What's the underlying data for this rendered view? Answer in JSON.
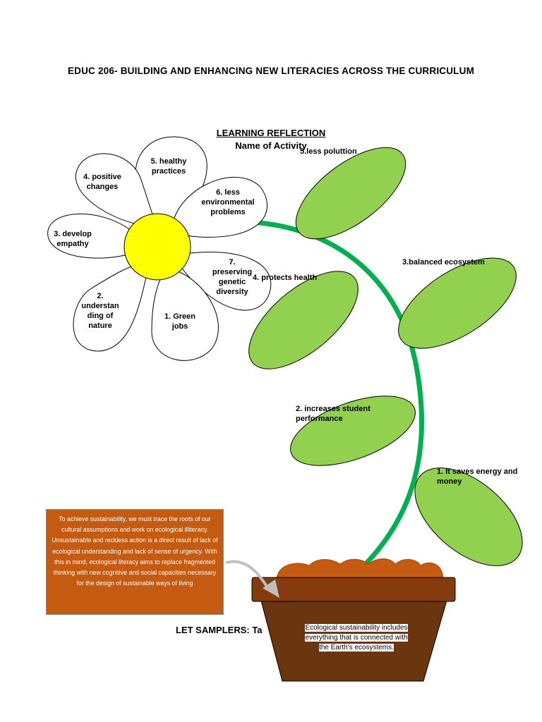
{
  "heading": "EDUC 206- BUILDING AND ENHANCING NEW LITERACIES ACROSS THE CURRICULUM",
  "subtitle": "LEARNING REFLECTION",
  "activity_label": "Name of Activity",
  "flower": {
    "petals": [
      {
        "number": "1.",
        "text": "Green jobs"
      },
      {
        "number": "2.",
        "text": "understan ding of nature"
      },
      {
        "number": "3.",
        "text": "develop empathy"
      },
      {
        "number": "4.",
        "text": "positive changes"
      },
      {
        "number": "5.",
        "text": "healthy practices"
      },
      {
        "number": "6.",
        "text": "less environmental problems"
      },
      {
        "number": "7.",
        "text": "preserving genetic diversity"
      }
    ],
    "petal_lines": {
      "p1": "1.    Green jobs",
      "p2": "2. understan ding of nature",
      "p3": "3. develop empathy",
      "p4": "4. positive changes",
      "p5": "5. healthy practices",
      "p6": "6. less environmental problems",
      "p7": "7. preserving genetic diversity"
    }
  },
  "leaves": {
    "l1": "1.        It saves energy and money",
    "l2": "2. increases student performance",
    "l3": "3.balanced ecosystem",
    "l4": "4. protects health",
    "l5": "5.less poluttion"
  },
  "note_box": "To achieve sustainability, we must trace the roots of our cultural assumptions and work on ecological illiteracy. Unsustainable and reckless action is a direct result of lack of ecological understanding and lack of sense of urgency. With this in mind, ecological literacy aims to replace fragmented thinking with new cognitive and social capacities necessary for the design of sustainable ways of living",
  "let_samplers": "LET SAMPLERS: Ta",
  "pot_caption": "Ecological sustainability includes everything that is connected with the Earth's ecosystems.",
  "colors": {
    "leaf_fill": "#92d050",
    "stem": "#00b050",
    "flower_center": "#ffff00",
    "note_box": "#c55a11",
    "pot_rim": "#843c0c",
    "pot_body": "#6b3510",
    "soil": "#c55a11"
  }
}
